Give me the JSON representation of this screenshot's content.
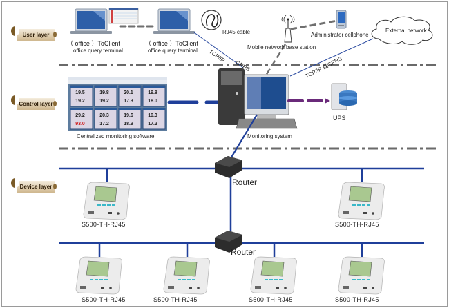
{
  "layers": {
    "user": "User layer",
    "control": "Control layer",
    "device": "Device layer"
  },
  "user_layer": {
    "terminal_1": {
      "line1": "（ office ）ToClient",
      "line2": "office query terminal"
    },
    "terminal_2": {
      "line1": "（ office ）ToClient",
      "line2": "office query terminal"
    },
    "rj45_label": "RJ45 cable",
    "base_station_label": "Mobile network base station",
    "cellphone_label": "Administrator cellphone",
    "external_network_label": "External network"
  },
  "connections": {
    "tcpip": "TCP/IP",
    "gprs": "GPRS",
    "tcpip_or_gprs": "TCP/IP 或GPRS"
  },
  "control_layer": {
    "software_label": "Centralized monitoring software",
    "system_label": "Monitoring system",
    "ups_label": "UPS",
    "software_panels": [
      {
        "t": "19.5",
        "h": "19.2"
      },
      {
        "t": "19.8",
        "h": "19.2"
      },
      {
        "t": "20.1",
        "h": "17.3"
      },
      {
        "t": "19.8",
        "h": "18.0"
      },
      {
        "t": "29.2",
        "h": "93.0"
      },
      {
        "t": "20.3",
        "h": "17.2"
      },
      {
        "t": "19.6",
        "h": "18.9"
      },
      {
        "t": "19.3",
        "h": "17.2"
      }
    ]
  },
  "device_layer": {
    "router_1": "Router",
    "router_2": "Router",
    "devices_top": [
      "S500-TH-RJ45",
      "S500-TH-RJ45"
    ],
    "devices_bottom": [
      "S500-TH-RJ45",
      "S500-TH-RJ45",
      "S500-TH-RJ45",
      "S500-TH-RJ45"
    ]
  },
  "colors": {
    "bus": "#1f3f9a",
    "ups_link": "#6a2a7a",
    "separator": "#6a6a6a",
    "dash_gray": "#6f6f6f"
  }
}
